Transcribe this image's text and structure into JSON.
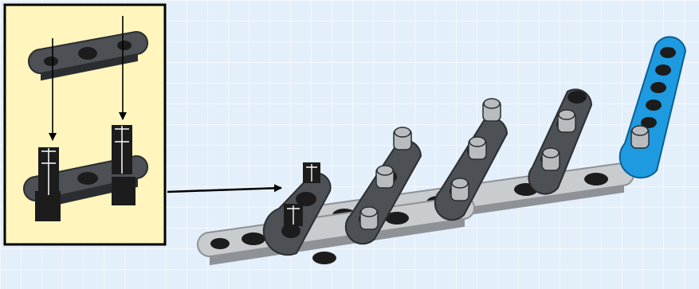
{
  "scene": {
    "colors": {
      "background": "#e3effa",
      "grid": "#ffffff",
      "panel": "#fff5bd",
      "panel_border": "#000000",
      "dark_beam": "#4d5156",
      "dark_beam_edge": "#2b2e31",
      "light_beam": "#c9ccce",
      "light_beam_edge": "#8e9296",
      "blue_beam": "#1e9be0",
      "blue_beam_edge": "#0b5f96",
      "pin_gray": "#b9bcbf",
      "pin_black": "#1c1c1c",
      "arrow": "#000000"
    },
    "inset": {
      "step_1_pin_count": 2,
      "step_2_pin_count": 2
    },
    "assembly": {
      "dark_beam_count": 4,
      "light_beam_count": 2,
      "blue_beam_count": 1
    }
  }
}
